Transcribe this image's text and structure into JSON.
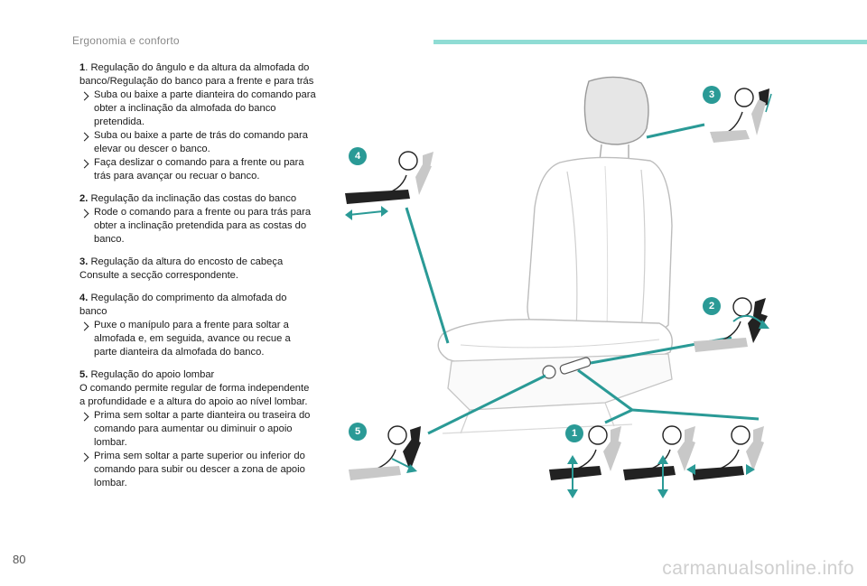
{
  "header": {
    "section_title": "Ergonomia e conforto"
  },
  "page_number": "80",
  "watermark": "carmanualsonline.info",
  "sections": [
    {
      "number": "1",
      "title": ". Regulação do ângulo e da altura da almofada do banco/Regulação do banco para a frente e para trás",
      "bullets": [
        "Suba ou baixe a parte dianteira do comando para obter a inclinação da almofada do banco pretendida.",
        "Suba ou baixe a parte de trás do comando para elevar ou descer o banco.",
        "Faça deslizar o comando para a frente ou para trás para avançar ou recuar o banco."
      ]
    },
    {
      "number": "2.",
      "title": " Regulação da inclinação das costas do banco",
      "bullets": [
        "Rode o comando para a frente ou para trás para obter a inclinação pretendida para as costas do banco."
      ]
    },
    {
      "number": "3.",
      "title": " Regulação da altura do encosto de cabeça",
      "lines": [
        "Consulte a secção correspondente."
      ],
      "bullets": []
    },
    {
      "number": "4.",
      "title": " Regulação do comprimento da almofada do banco",
      "bullets": [
        "Puxe o manípulo para a frente para soltar a almofada e, em seguida, avance ou recue a parte dianteira da almofada do banco."
      ]
    },
    {
      "number": "5.",
      "title": " Regulação do apoio lombar",
      "lines": [
        "O comando permite regular de forma independente a profundidade e a altura do apoio ao nível lombar."
      ],
      "bullets": [
        "Prima sem soltar a parte dianteira ou traseira do comando para aumentar ou diminuir o apoio lombar.",
        "Prima sem soltar a parte superior ou inferior do comando para subir ou descer a zona de apoio lombar."
      ]
    }
  ],
  "callouts": [
    "1",
    "2",
    "3",
    "4",
    "5"
  ],
  "colors": {
    "accent": "#2a9a96",
    "header_bar": "#8fdcd4",
    "seat_line": "#bdbdbd"
  }
}
